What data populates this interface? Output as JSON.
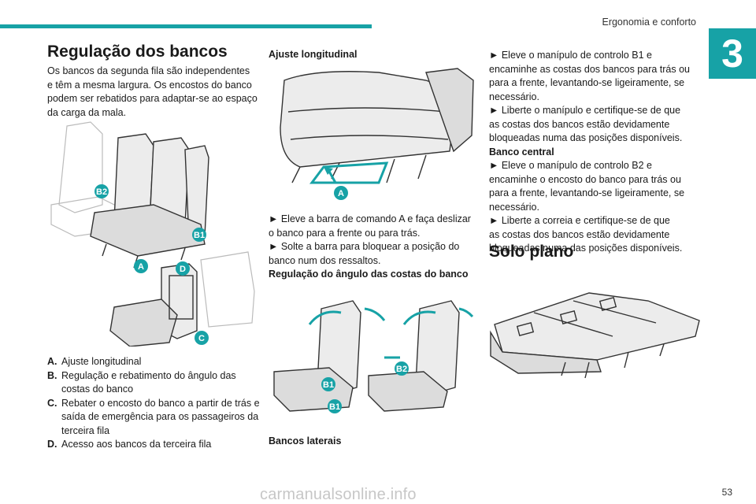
{
  "header": {
    "section": "Ergonomia e conforto",
    "chapter": "3"
  },
  "page_number": "53",
  "footer_url": "carmanualsonline.info",
  "col1": {
    "title": "Regulação dos bancos",
    "intro_lines": [
      "Os bancos da segunda fila são independentes",
      "e têm a mesma largura. Os encostos do banco",
      "podem ser rebatidos para adaptar-se ao espaço",
      "da carga da mala."
    ],
    "labels": {
      "b2": "B2",
      "b1": "B1",
      "a": "A",
      "d": "D",
      "c": "C"
    },
    "legend": [
      {
        "key": "A.",
        "lines": [
          "Ajuste longitudinal"
        ]
      },
      {
        "key": "B.",
        "lines": [
          "Regulação e rebatimento do ângulo das",
          "costas do banco"
        ]
      },
      {
        "key": "C.",
        "lines": [
          "Rebater o encosto do banco a partir de trás e",
          "saída de emergência para os passageiros da",
          "terceira fila"
        ]
      },
      {
        "key": "D.",
        "lines": [
          "Acesso aos bancos da terceira fila"
        ]
      }
    ]
  },
  "col2": {
    "heading1": "Ajuste longitudinal",
    "fig_label_a": "A",
    "step1_lines": [
      "► Eleve a barra de comando A e faça deslizar",
      "o banco para a frente ou para trás."
    ],
    "step2_lines": [
      "► Solte a barra para bloquear a posição do",
      "banco num dos ressaltos."
    ],
    "heading2": "Regulação do ângulo das costas do banco",
    "fig_labels": {
      "b1a": "B1",
      "b1b": "B1",
      "b2": "B2"
    },
    "heading3": "Bancos laterais"
  },
  "col3": {
    "lines1": [
      "► Eleve o manípulo de controlo B1 e",
      "encaminhe as costas dos bancos para trás ou",
      "para a frente, levantando-se ligeiramente, se",
      "necessário."
    ],
    "lines2": [
      "► Liberte o manípulo e certifique-se de que",
      "as costas dos bancos estão devidamente",
      "bloqueadas numa das posições disponíveis."
    ],
    "subheading": "Banco central",
    "lines3": [
      "► Eleve o manípulo de controlo B2 e",
      "encaminhe o encosto do banco para trás ou",
      "para a frente, levantando-se ligeiramente, se",
      "necessário."
    ],
    "lines4": [
      "► Liberte a correia e certifique-se de que",
      "as costas dos bancos estão devidamente",
      "bloqueadas numa das posições disponíveis."
    ],
    "title2": "Solo plano"
  }
}
